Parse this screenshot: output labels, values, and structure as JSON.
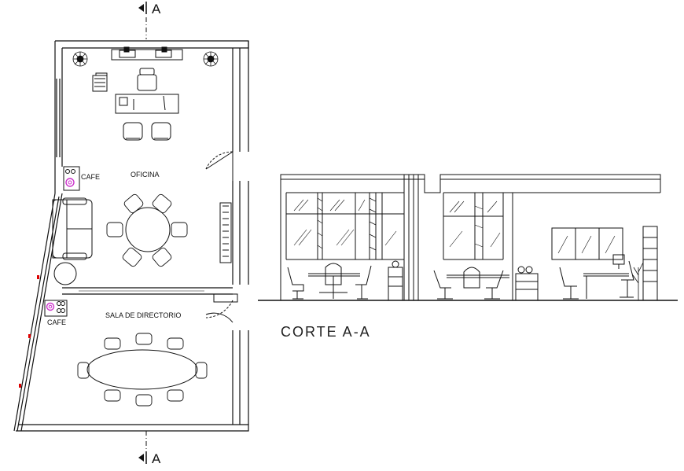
{
  "section_marker": {
    "top": "A",
    "bottom": "A"
  },
  "rooms": {
    "office": "OFICINA",
    "board_room": "SALA DE DIRECTORIO"
  },
  "cafe_labels": {
    "upper": "CAFE",
    "lower": "CAFE"
  },
  "section_title": "CORTE  A-A",
  "colors": {
    "line": "#111111",
    "accent": "#cc33cc",
    "marker": "#dd0000",
    "background": "#ffffff"
  }
}
